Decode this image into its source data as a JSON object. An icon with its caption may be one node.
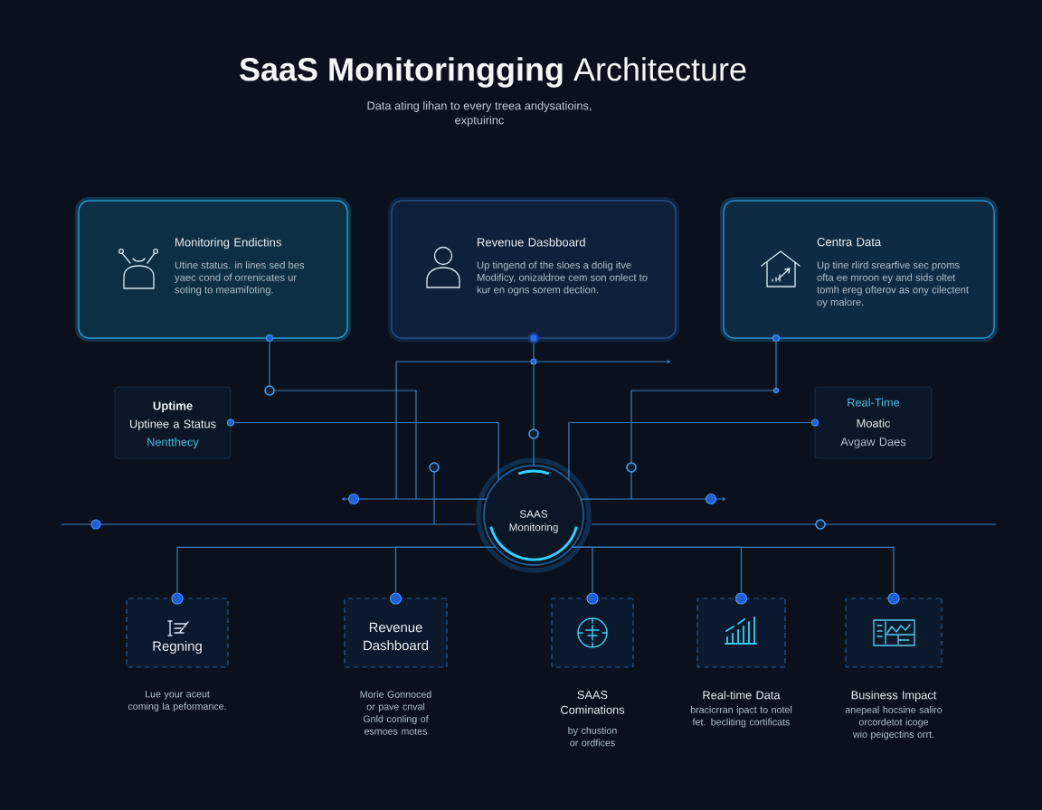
{
  "diagram": {
    "title": "**SaaS Monitoringging** Architecture",
    "nodes": [
      {
        "text": [
          "Monitoring Endictins",
          "Utine status. in lines sed bes yaec cond of orrenicates ur soting to meamifoting."
        ]
      },
      {
        "text": [
          "Revenue Dasbboard",
          "Up tingend of the sloes a dolig itve Modificy, onizaldroe cem son onlect to kur en ogns sorem dection."
        ]
      },
      {
        "text": [
          "Centra Data",
          "Up tine rlird srearfive sec proms ofta ee mroon ey and sids oltet tomh ereg ofterov as ony cilectent oy malore."
        ]
      },
      {
        "text": [
          "Uptime",
          "Uptinee a Status",
          "Nentthecy"
        ]
      },
      {
        "text": [
          "Real-Time",
          "Moatic",
          "Avgaw Daes"
        ]
      },
      {
        "text": [
          "SAAS Monitoring"
        ]
      },
      {
        "text": [
          "Regning"
        ],
        "beside": [
          "Lue your aceut coming la peformance."
        ]
      },
      {
        "text": [
          "Revenue Dashboard"
        ],
        "beside": [
          "Morie Gonnoced or pave cnval Gnld conling of esmoes motes"
        ]
      },
      {
        "text": [
          "SAAS Cominations",
          "by chustion or ordfices"
        ]
      },
      {
        "text": [
          "Real-time Data",
          "bracicrran ipact to notel fet. becliting cortificats"
        ]
      },
      {
        "text": [
          "Business Impact",
          "anepeal hocsine saliro orcordetot icoge wio peigectins orrt."
        ]
      }
    ],
    "edges": [
      {
        "from": 5,
        "to": 0,
        "arrow": "none"
      },
      {
        "from": 5,
        "to": 1,
        "arrow": "none"
      },
      {
        "from": 5,
        "to": 2,
        "arrow": "none"
      },
      {
        "from": 5,
        "to": 3,
        "arrow": "none"
      },
      {
        "from": 5,
        "to": 4,
        "arrow": "none"
      },
      {
        "from": 5,
        "to": 6,
        "arrow": "none"
      },
      {
        "from": 5,
        "to": 7,
        "arrow": "none"
      },
      {
        "from": 5,
        "to": 8,
        "arrow": "none"
      },
      {
        "from": 5,
        "to": 9,
        "arrow": "none"
      },
      {
        "from": 5,
        "to": 10,
        "arrow": "none"
      }
    ],
    "labels": [
      "Data ating lihan to every treea andysatioins, exptuirinc"
    ]
  }
}
